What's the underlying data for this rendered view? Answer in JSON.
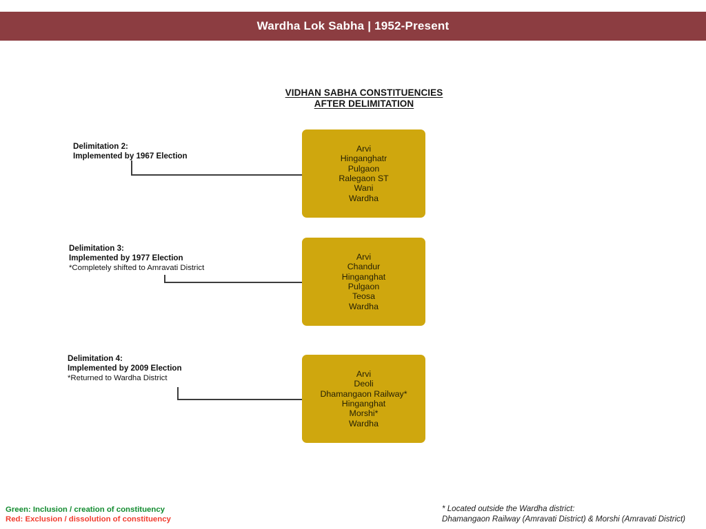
{
  "header": {
    "title": "Wardha Lok Sabha | 1952-Present",
    "bar_color": "#8C3D41",
    "text_color": "#FFFFFF"
  },
  "section_heading": {
    "line1": "VIDHAN SABHA CONSTITUENCIES",
    "line2": "AFTER DELIMITATION"
  },
  "box_color": "#CFA70E",
  "delimitations": [
    {
      "label_line1": "Delimitation 2:",
      "label_line2": "Implemented by 1967 Election",
      "label_line3": "",
      "constituencies": [
        "Arvi",
        "Hinganghatr",
        "Pulgaon",
        "Ralegaon ST",
        "Wani",
        "Wardha"
      ]
    },
    {
      "label_line1": "Delimitation 3:",
      "label_line2": "Implemented by 1977 Election",
      "label_line3": "*Completely shifted to Amravati District",
      "constituencies": [
        "Arvi",
        "Chandur",
        "Hinganghat",
        "Pulgaon",
        "Teosa",
        "Wardha"
      ]
    },
    {
      "label_line1": "Delimitation 4:",
      "label_line2": "Implemented by 2009 Election",
      "label_line3": "*Returned to Wardha District",
      "constituencies": [
        "Arvi",
        "Deoli",
        "Dhamangaon Railway*",
        "Hinganghat",
        "Morshi*",
        "Wardha"
      ]
    }
  ],
  "legend": {
    "green_text": "Green: Inclusion / creation of constituency",
    "red_text": "Red: Exclusion / dissolution of constituency",
    "green_color": "#128B2F",
    "red_color": "#F03C2E"
  },
  "footnote": {
    "line1": "* Located outside the Wardha district:",
    "line2": "Dhamangaon Railway (Amravati District) & Morshi (Amravati District)"
  }
}
